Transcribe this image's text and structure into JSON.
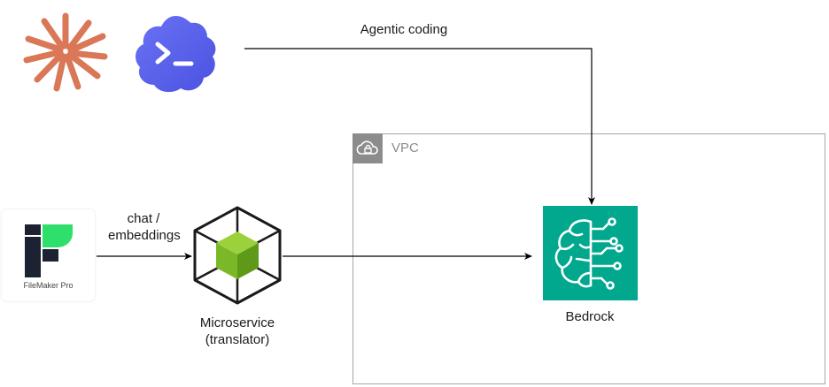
{
  "diagram": {
    "agentic_label": "Agentic coding",
    "vpc_label": "VPC",
    "flow_label_line1": "chat /",
    "flow_label_line2": "embeddings",
    "microservice_line1": "Microservice",
    "microservice_line2": "(translator)",
    "bedrock_label": "Bedrock",
    "filemaker_label": "FileMaker Pro"
  },
  "icons": {
    "claude": "claude-sunburst-icon",
    "terminal": "terminal-cloud-icon",
    "filemaker": "filemaker-logo-icon",
    "microservice": "microservice-cube-icon",
    "bedrock": "bedrock-brain-icon",
    "vpc": "vpc-cloud-lock-icon"
  },
  "colors": {
    "claude_orange": "#d97757",
    "terminal_blue": "#5b63f0",
    "bedrock_green": "#01a88d",
    "cube_green": "#7ab828",
    "vpc_gray": "#8c8c8c",
    "filemaker_green": "#2ee06b"
  }
}
